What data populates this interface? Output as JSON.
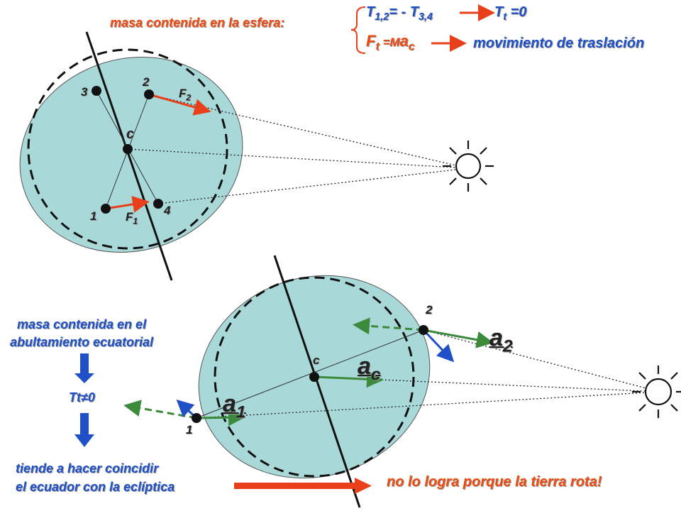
{
  "top": {
    "mass_label": "masa contenida en la esfera:",
    "eq1": {
      "T": "T",
      "s1": "1,2",
      "mid": "= - T",
      "s2": "3,4"
    },
    "eq2": {
      "T": "T",
      "s": "t",
      "tail": " =0"
    },
    "eq3": {
      "F": "F",
      "s": "t",
      "mid": " =M",
      "a": "a",
      "sc": "c"
    },
    "result": "movimiento de traslación",
    "points": {
      "p1": "1",
      "p2": "2",
      "p3": "3",
      "p4": "4",
      "center": "c"
    },
    "forces": {
      "F": "F",
      "f1": "1",
      "f2": "2"
    }
  },
  "bottom": {
    "bulge_label_1": "masa contenida en el",
    "bulge_label_2": "abultamiento ecuatorial",
    "torque": "Tt≠0",
    "tend_1": "tiende a hacer coincidir",
    "tend_2": "el ecuador con la eclíptica",
    "fail": "no lo logra porque la tierra rota!",
    "points": {
      "p1": "1",
      "p2": "2",
      "center": "c"
    },
    "acc": {
      "a": "a",
      "s1": "1",
      "s2": "2",
      "sc": "c"
    }
  },
  "colors": {
    "earth_fill": "#a8d8d8",
    "force": "#e8401a",
    "accel": "#3c8a3c",
    "blue": "#1f50c8",
    "torque_arrow": "#1f50c8"
  }
}
